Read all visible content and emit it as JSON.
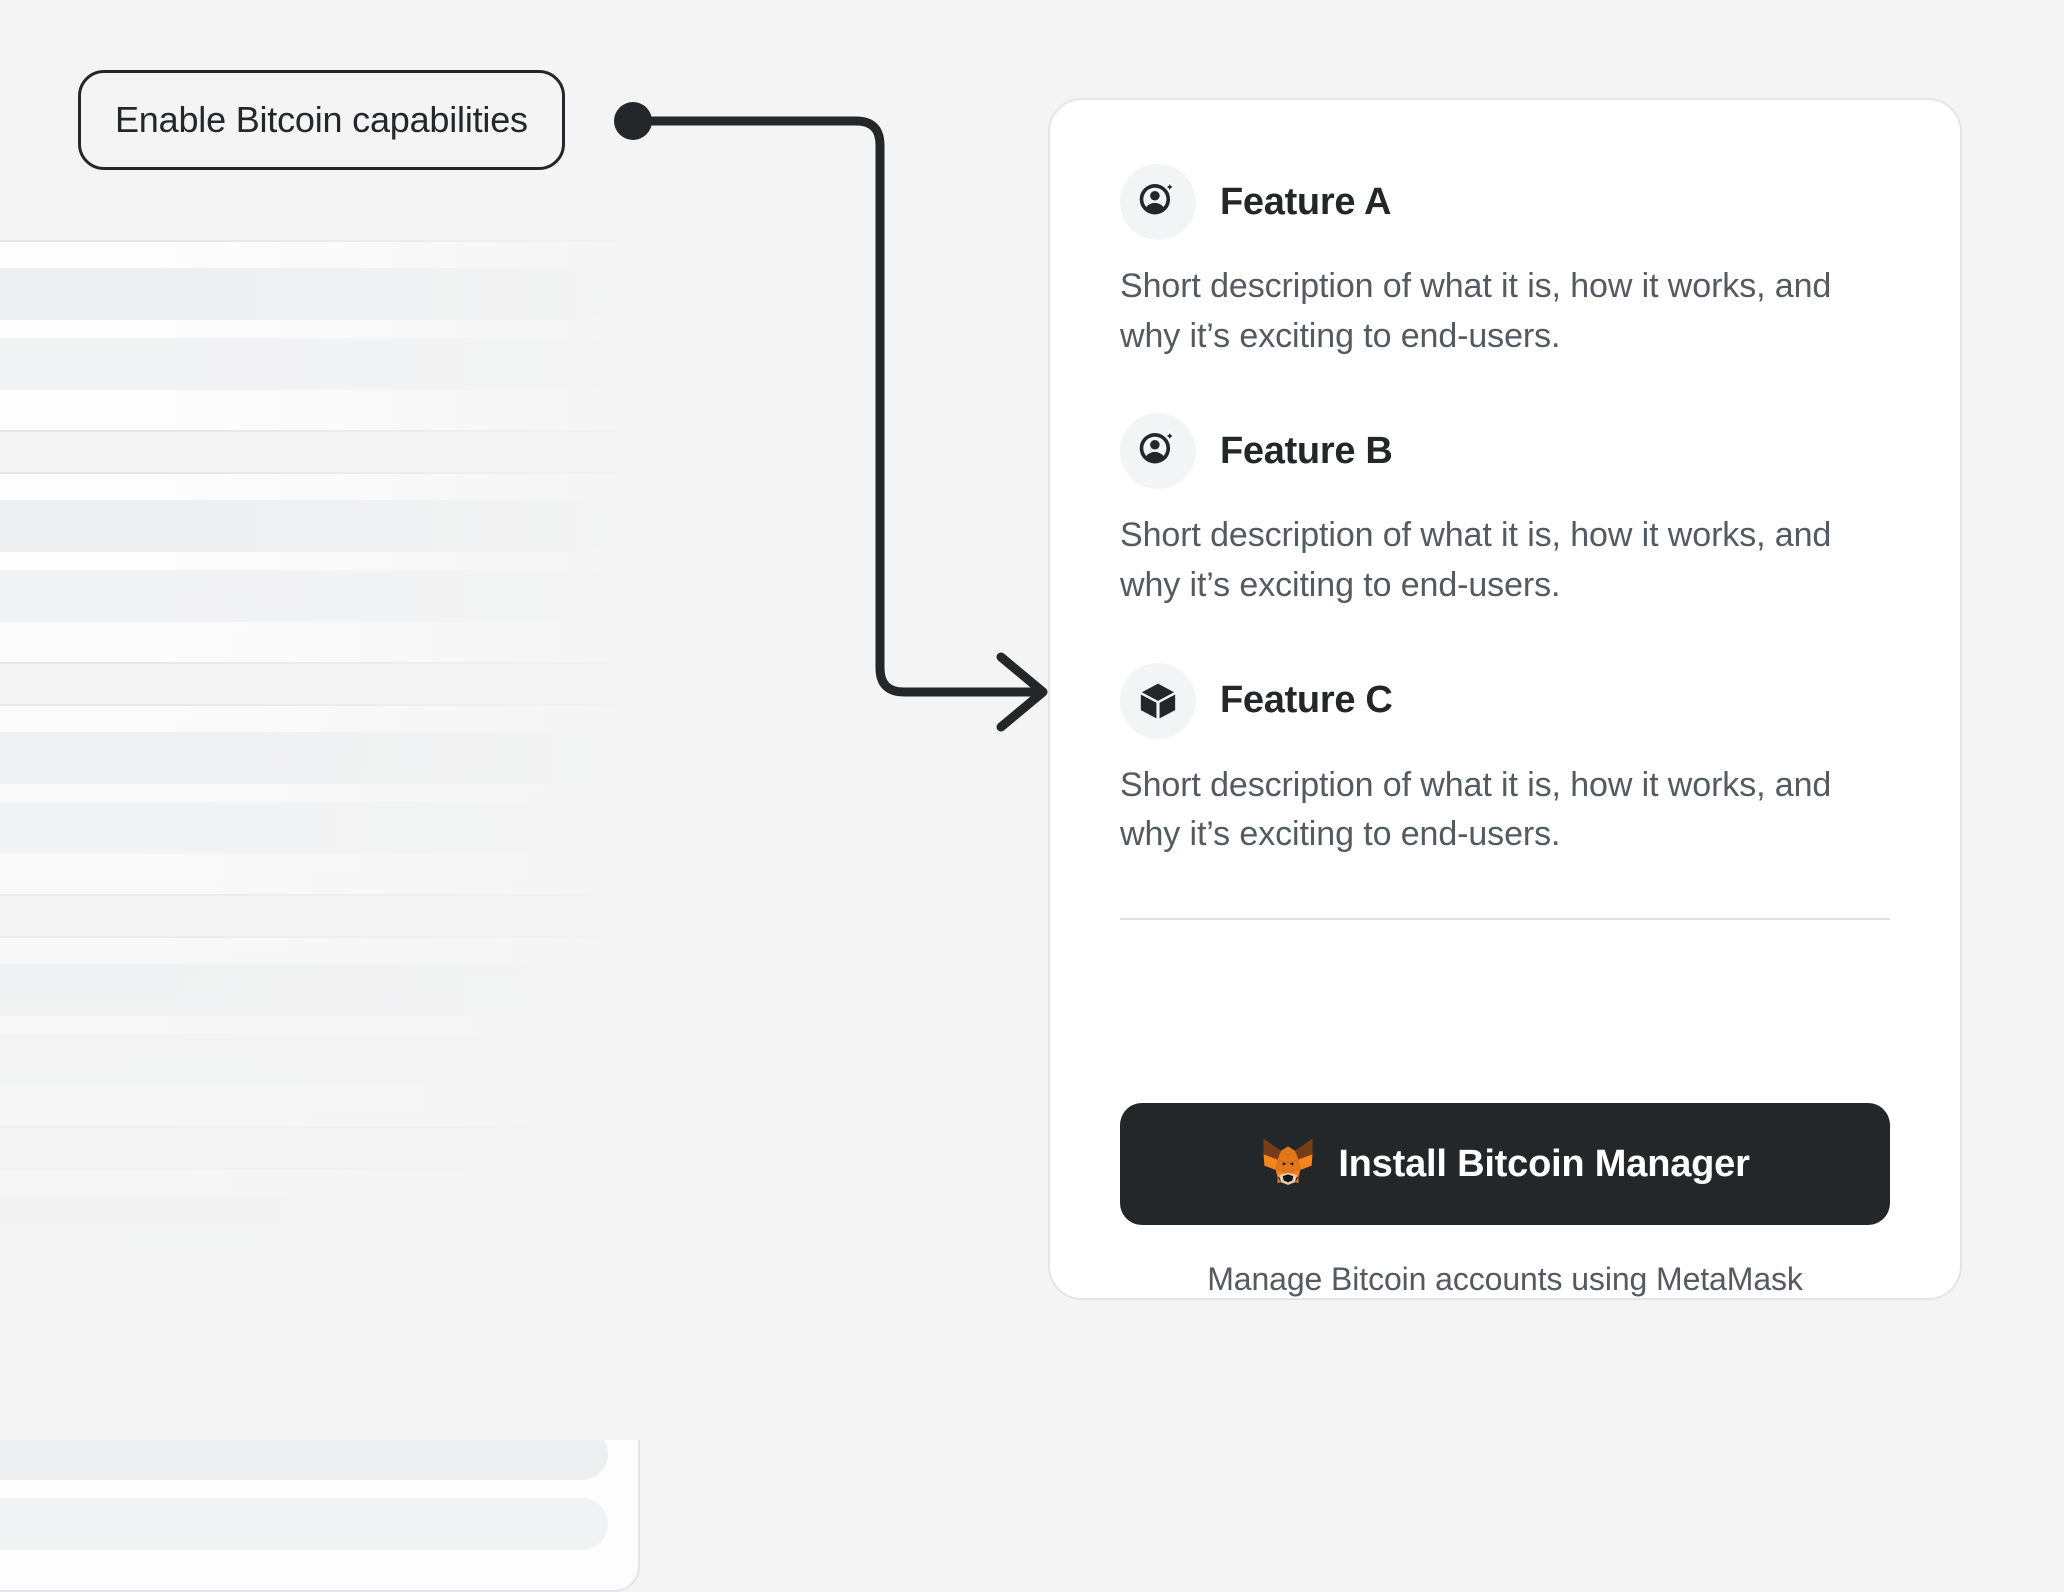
{
  "canvas": {
    "background_color": "#f4f4f4"
  },
  "callout": {
    "label": "Enable Bitcoin capabilities",
    "border_color": "#24272a",
    "connector": {
      "icon": "elbow-arrow-connector",
      "dot_color": "#24272a",
      "line_color": "#24272a"
    }
  },
  "background_placeholders": {
    "icon": "skeleton-loading-card",
    "card_count": 6,
    "bars_per_card": 2,
    "bar_color": "#eceef0",
    "card_color": "#fdfdfd",
    "border_color": "#e3e5e8"
  },
  "card": {
    "background_color": "#ffffff",
    "border_color": "#e3e5e8",
    "features": [
      {
        "icon": "add-user-icon",
        "title": "Feature A",
        "description": "Short description of what it is, how it works, and why it’s exciting to end-users."
      },
      {
        "icon": "add-user-icon",
        "title": "Feature B",
        "description": "Short description of what it is, how it works, and why it’s exciting to end-users."
      },
      {
        "icon": "cube-icon",
        "title": "Feature C",
        "description": "Short description of what it is, how it works, and why it’s exciting to end-users."
      }
    ],
    "install": {
      "button_label": "Install Bitcoin Manager",
      "button_icon": "metamask-fox-icon",
      "button_color": "#24272a",
      "button_text_color": "#ffffff",
      "caption": "Manage Bitcoin accounts using MetaMask",
      "fox_colors": {
        "ear_dark": "#763d16",
        "face_orange": "#e2761b",
        "face_light": "#f5841f",
        "snout": "#e4cdb5",
        "nose": "#161616"
      }
    }
  }
}
